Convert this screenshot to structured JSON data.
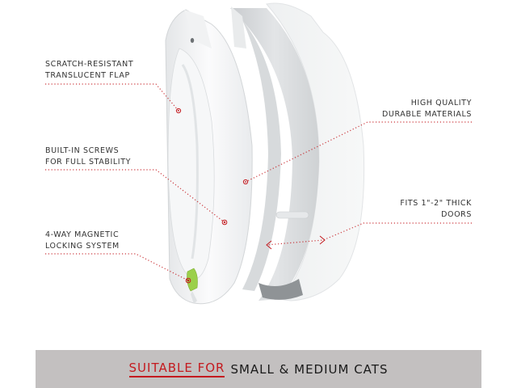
{
  "callouts": [
    {
      "line1": "SCRATCH-RESISTANT",
      "line2": "TRANSLUCENT FLAP"
    },
    {
      "line1": "BUILT-IN SCREWS",
      "line2": "FOR FULL STABILITY"
    },
    {
      "line1": "4-WAY MAGNETIC",
      "line2": "LOCKING SYSTEM"
    },
    {
      "line1": "HIGH QUALITY",
      "line2": "DURABLE MATERIALS"
    },
    {
      "line1": "FITS 1\"-2\" THICK",
      "line2": "DOORS"
    }
  ],
  "banner": {
    "accent_text": "SUITABLE FOR",
    "text": "SMALL & MEDIUM CATS"
  },
  "colors": {
    "accent": "#c41a1f",
    "banner_bg": "#c3c0c0",
    "lock_green": "#9bd04a"
  }
}
